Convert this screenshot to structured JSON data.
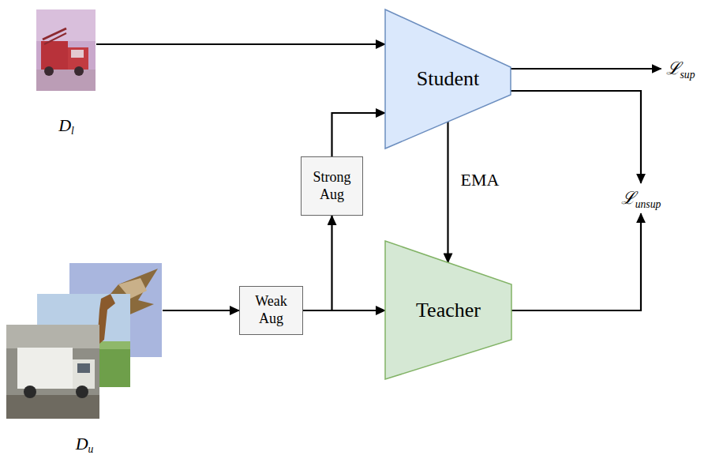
{
  "diagram": {
    "nodes": [
      {
        "text": [
          "Dl"
        ]
      },
      {
        "text": [
          "Student"
        ]
      },
      {
        "text": [
          "ℒsup"
        ]
      },
      {
        "text": [
          "Strong Aug"
        ]
      },
      {
        "text": [
          "ℒunsup"
        ]
      },
      {
        "text": [
          "Du"
        ]
      },
      {
        "text": [
          "Weak Aug"
        ]
      },
      {
        "text": [
          "Teacher"
        ]
      }
    ],
    "edges": [
      {
        "from": 0,
        "to": 1,
        "arrow": "to"
      },
      {
        "from": 1,
        "to": 2,
        "arrow": "to"
      },
      {
        "from": 1,
        "to": 4,
        "arrow": "to"
      },
      {
        "from": 3,
        "to": 1,
        "arrow": "to"
      },
      {
        "from": 1,
        "to": 7,
        "label": "EMA",
        "arrow": "to"
      },
      {
        "from": 5,
        "to": 6,
        "arrow": "to"
      },
      {
        "from": 6,
        "to": 3,
        "arrow": "to"
      },
      {
        "from": 6,
        "to": 7,
        "arrow": "to"
      },
      {
        "from": 7,
        "to": 4,
        "arrow": "to"
      }
    ]
  }
}
